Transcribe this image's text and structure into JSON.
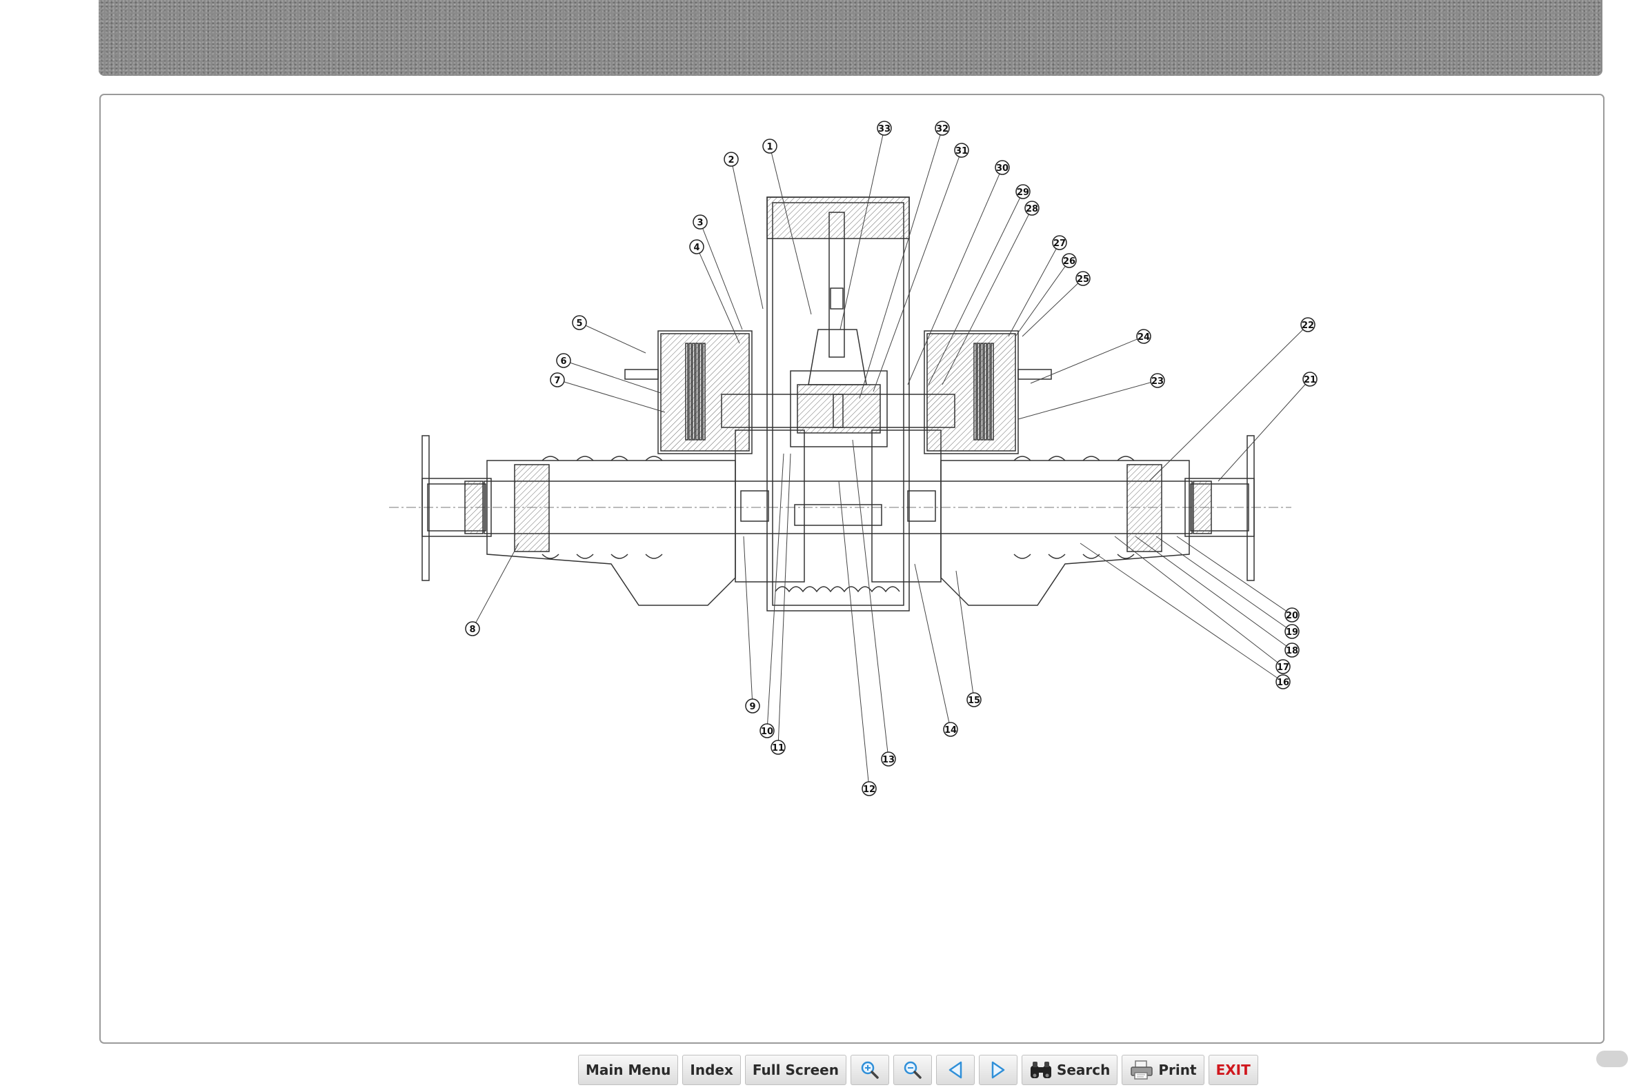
{
  "toolbar": {
    "main_menu": "Main Menu",
    "index": "Index",
    "full_screen": "Full Screen",
    "zoom_in_icon": "magnifier-plus-icon",
    "zoom_out_icon": "magnifier-minus-icon",
    "prev_icon": "triangle-left-icon",
    "next_icon": "triangle-right-icon",
    "search": "Search",
    "search_icon": "binoculars-icon",
    "print": "Print",
    "print_icon": "printer-icon",
    "exit": "EXIT"
  },
  "colors": {
    "header": "#8a8a8a",
    "exit_text": "#d0181e",
    "arrow_blue": "#2f8fd8",
    "line_art": "#333333"
  },
  "diagram": {
    "callouts": [
      "1",
      "2",
      "3",
      "4",
      "5",
      "6",
      "7",
      "8",
      "9",
      "10",
      "11",
      "12",
      "13",
      "14",
      "15",
      "16",
      "17",
      "18",
      "19",
      "20",
      "21",
      "22",
      "23",
      "24",
      "25",
      "26",
      "27",
      "28",
      "29",
      "30",
      "31",
      "32",
      "33"
    ]
  }
}
